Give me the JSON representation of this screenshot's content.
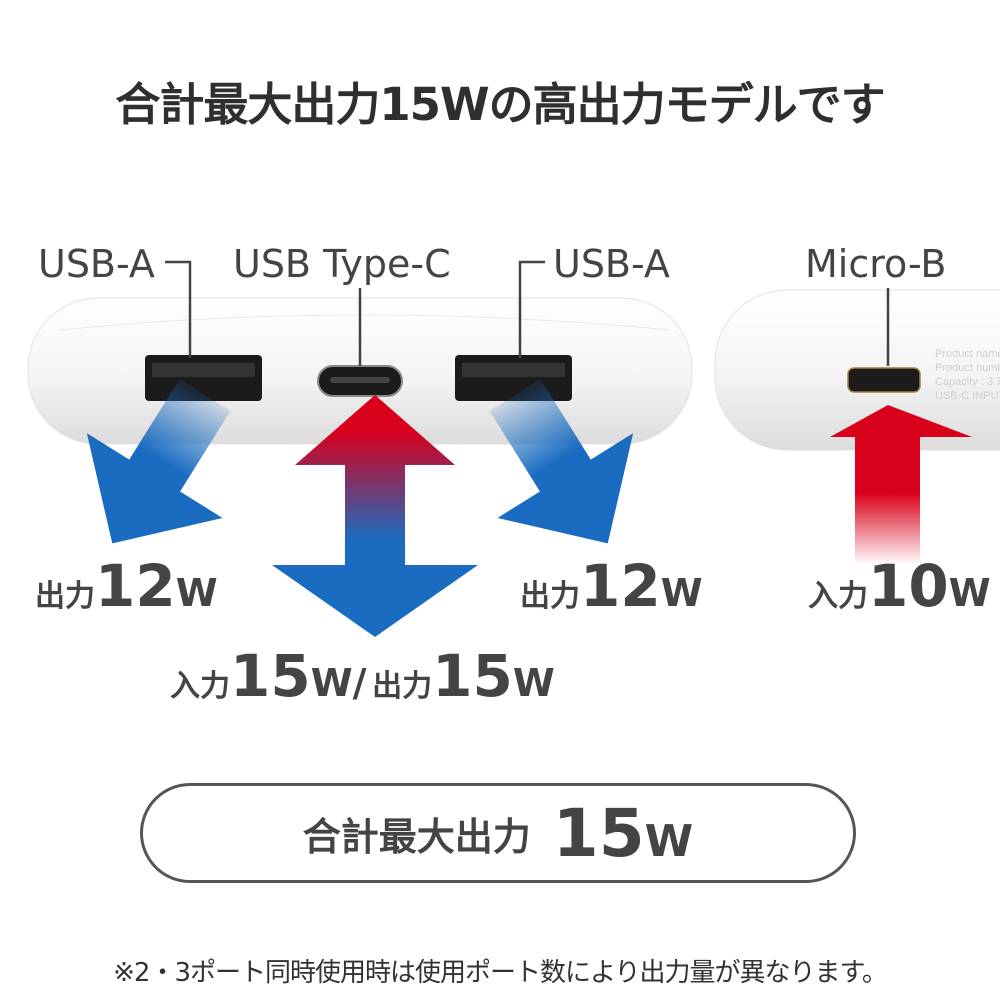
{
  "title": "合計最大出力15Wの高出力モデルです",
  "ports": {
    "usb_a_left": "USB-A",
    "usb_c": "USB Type-C",
    "usb_a_right": "USB-A",
    "micro_b": "Micro-B"
  },
  "device_label_lines": [
    "Product name",
    "Product numb",
    "Capacity : 3.7",
    "USB-C INPUT"
  ],
  "power": {
    "left": {
      "kind": "出力",
      "value": "12",
      "unit": "W"
    },
    "right": {
      "kind": "出力",
      "value": "12",
      "unit": "W"
    },
    "micro": {
      "kind": "入力",
      "value": "10",
      "unit": "W"
    },
    "usbc_in": {
      "kind": "入力",
      "value": "15",
      "unit": "W"
    },
    "separator": "/",
    "usbc_out": {
      "kind": "出力",
      "value": "15",
      "unit": "W"
    }
  },
  "total": {
    "label": "合計最大出力",
    "value": "15",
    "unit": "W"
  },
  "footnote": "※2・3ポート同時使用時は使用ポート数により出力量が異なります。",
  "colors": {
    "output_blue": "#1a6cc0",
    "input_red": "#d9001b",
    "text": "#3a3a3a"
  }
}
